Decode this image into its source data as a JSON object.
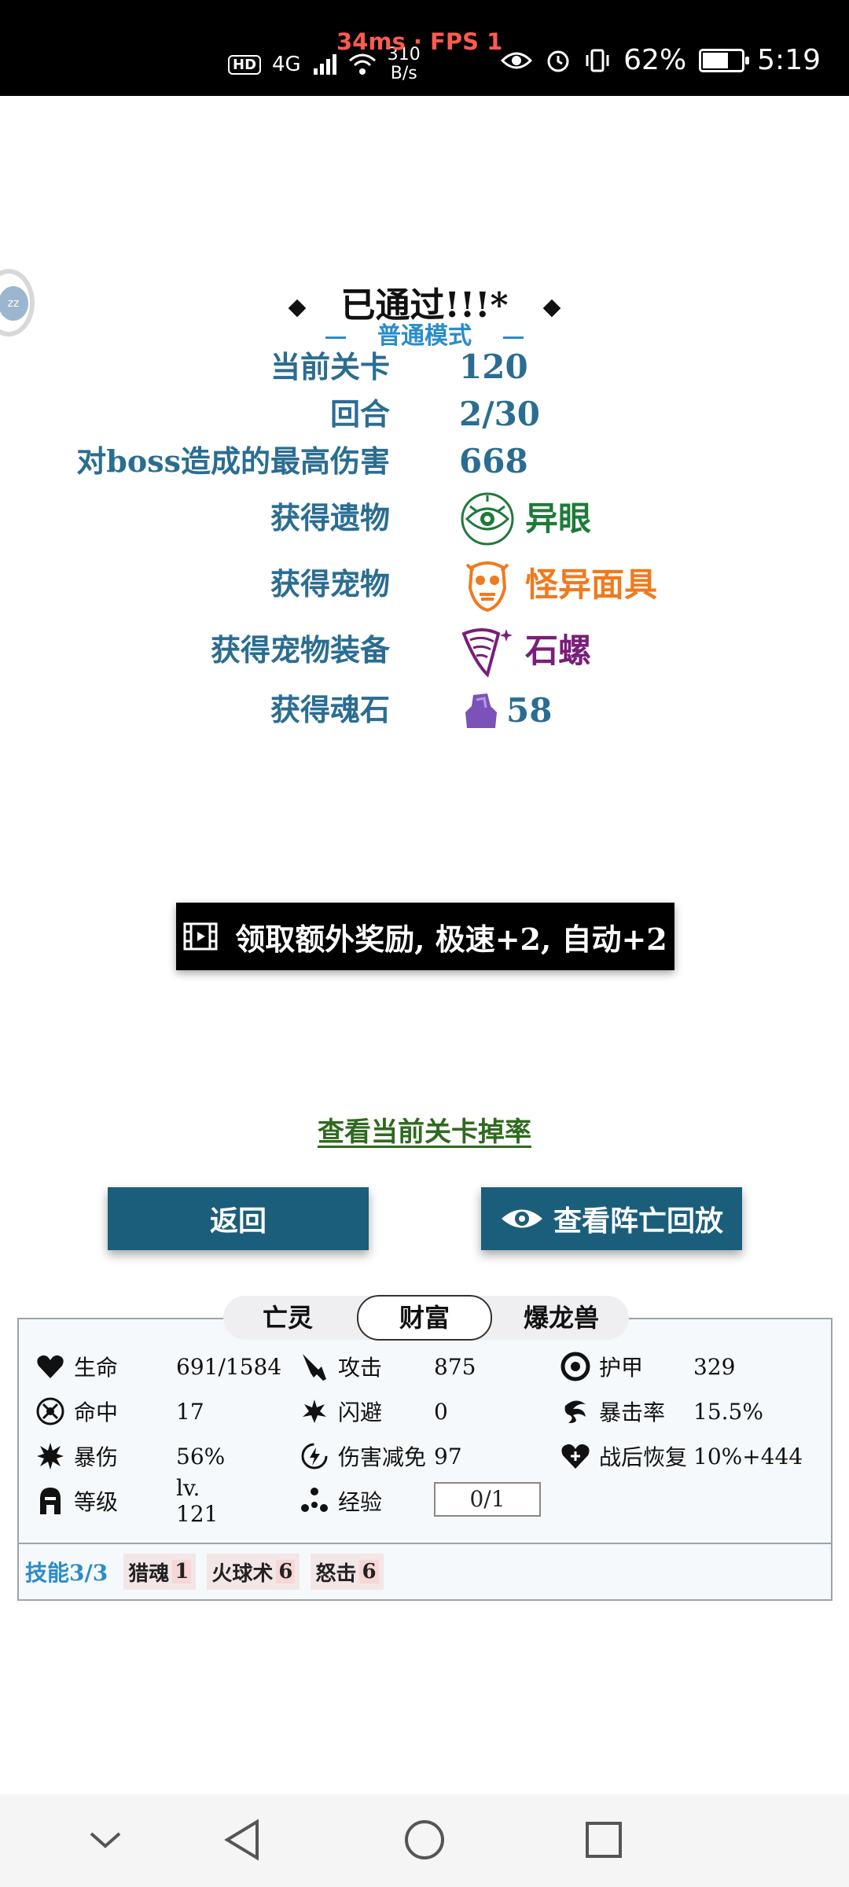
{
  "status_bar": {
    "hd": "HD",
    "network": "4G",
    "speed_value": "310",
    "speed_unit": "B/s",
    "fps": "34ms · FPS 1",
    "battery": "62%",
    "time": "5:19",
    "battery_level": 0.62
  },
  "bubble": {
    "text": "zz"
  },
  "result": {
    "title": "已通过!!!*",
    "mode": "普通模式",
    "rows": [
      {
        "label": "当前关卡",
        "value": "120"
      },
      {
        "label": "回合",
        "value": "2/30"
      },
      {
        "label": "对boss造成的最高伤害",
        "value": "668"
      },
      {
        "label": "获得遗物",
        "value": "异眼",
        "color": "#1f7a3a",
        "icon": "eye-relic-icon"
      },
      {
        "label": "获得宠物",
        "value": "怪异面具",
        "color": "#f07a1e",
        "icon": "mask-pet-icon"
      },
      {
        "label": "获得宠物装备",
        "value": "石螺",
        "color": "#7a1e7a",
        "icon": "conch-shell-icon"
      },
      {
        "label": "获得魂石",
        "value": "58",
        "color": "#2b6d92",
        "icon": "soul-stone-icon"
      }
    ]
  },
  "extra_reward": {
    "label": "领取额外奖励, 极速+2, 自动+2"
  },
  "drop_rate_link": "查看当前关卡掉率",
  "buttons": {
    "back": "返回",
    "replay": "查看阵亡回放"
  },
  "tabs": [
    {
      "label": "亡灵",
      "active": false
    },
    {
      "label": "财富",
      "active": true
    },
    {
      "label": "爆龙兽",
      "active": false
    }
  ],
  "stats": {
    "hp": {
      "name": "生命",
      "value": "691/1584"
    },
    "atk": {
      "name": "攻击",
      "value": "875"
    },
    "armor": {
      "name": "护甲",
      "value": "329"
    },
    "hit": {
      "name": "命中",
      "value": "17"
    },
    "dodge": {
      "name": "闪避",
      "value": "0"
    },
    "crit_rate": {
      "name": "暴击率",
      "value": "15.5%"
    },
    "crit_dmg": {
      "name": "暴伤",
      "value": "56%"
    },
    "dmg_reduce": {
      "name": "伤害减免",
      "value": "97"
    },
    "recover": {
      "name": "战后恢复",
      "value": "10%+444"
    },
    "level": {
      "name": "等级",
      "value": "lv. 121"
    },
    "exp": {
      "name": "经验",
      "value": "0/1"
    }
  },
  "skills": {
    "label": "技能3/3",
    "items": [
      {
        "name": "猎魂",
        "level": "1"
      },
      {
        "name": "火球术",
        "level": "6"
      },
      {
        "name": "怒击",
        "level": "6"
      }
    ]
  },
  "colors": {
    "accent_blue": "#2a8cc9",
    "label_blue": "#2b6d92",
    "button_teal": "#1b5e7b",
    "link_green": "#2f6a1e"
  }
}
